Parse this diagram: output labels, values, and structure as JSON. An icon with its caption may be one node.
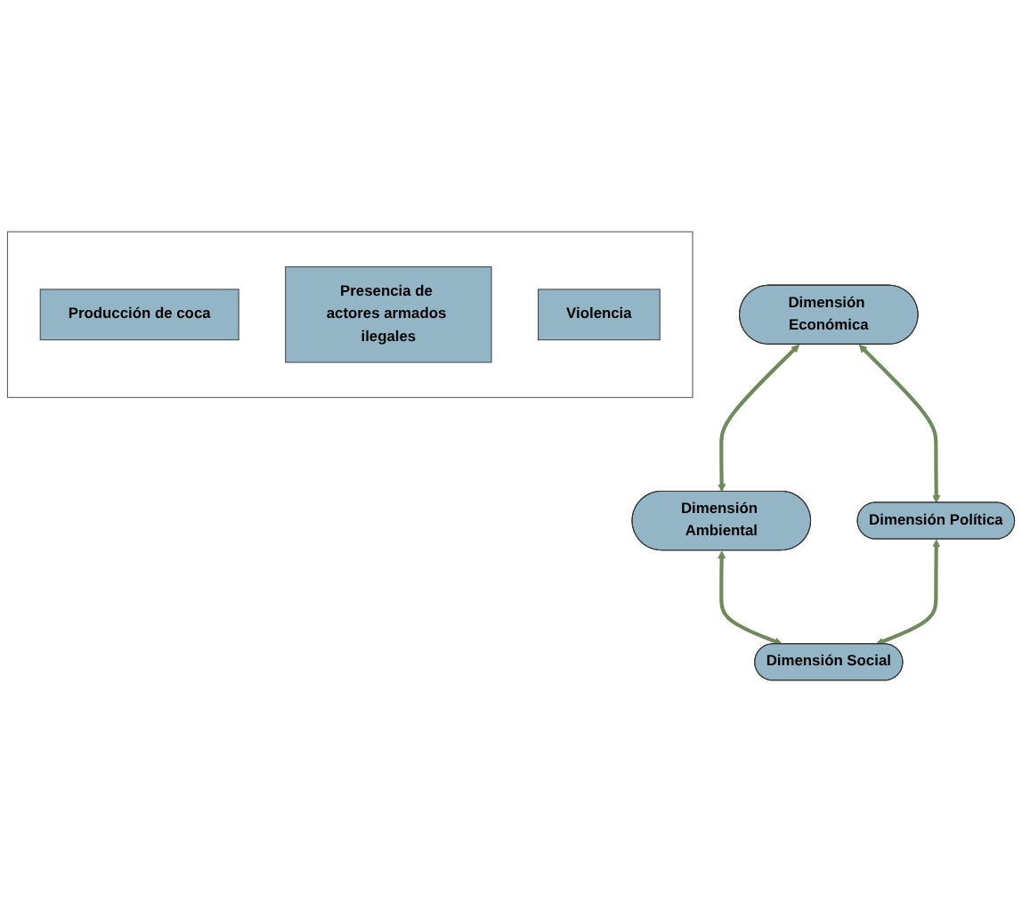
{
  "diagram": {
    "nodes": [
      {
        "text": [
          "Dimensión Económica"
        ]
      },
      {
        "text": [
          "Dimensión Ambiental"
        ]
      },
      {
        "text": [
          "Dimensión Política"
        ]
      },
      {
        "text": [
          "Dimensión Social"
        ]
      },
      {
        "text": [],
        "shape": "box"
      },
      {
        "text": [
          "Producción de coca"
        ],
        "in": 4
      },
      {
        "text": [
          "Presencia de actores armados ilegales"
        ],
        "in": 4
      },
      {
        "text": [
          "Violencia"
        ],
        "in": 4
      }
    ],
    "edges": [
      {
        "from": 0,
        "to": 1,
        "arrow": "both"
      },
      {
        "from": 0,
        "to": 2,
        "arrow": "both"
      },
      {
        "from": 1,
        "to": 3,
        "arrow": "both"
      },
      {
        "from": 2,
        "to": 3,
        "arrow": "both"
      }
    ]
  }
}
